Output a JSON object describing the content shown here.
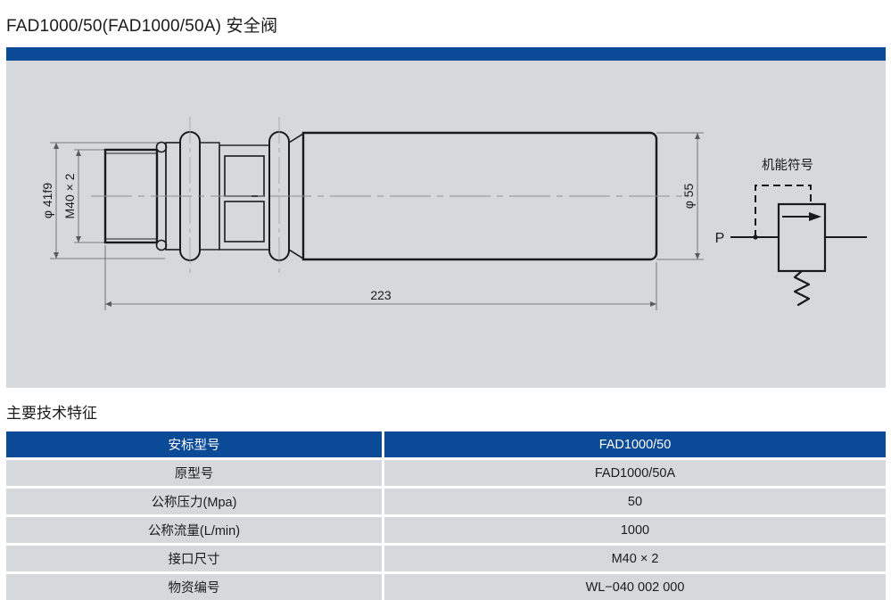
{
  "page": {
    "title": "FAD1000/50(FAD1000/50A) 安全阀",
    "section_heading": "主要技术特征"
  },
  "colors": {
    "accent_blue": "#0b4a96",
    "panel_gray": "#d5d9dc",
    "text_dark": "#1b1b1b",
    "line_black": "#1a1a1a"
  },
  "drawing": {
    "dimensions": {
      "outer_diameter_left": "φ 41f9",
      "thread": "M40 × 2",
      "body_diameter": "φ 55",
      "overall_length": "223"
    },
    "symbol": {
      "caption": "机能符号",
      "port_label": "P"
    }
  },
  "table": {
    "header": {
      "label": "安标型号",
      "value": "FAD1000/50"
    },
    "rows": [
      {
        "label": "原型号",
        "value": "FAD1000/50A"
      },
      {
        "label": "公称压力(Mpa)",
        "value": "50"
      },
      {
        "label": "公称流量(L/min)",
        "value": "1000"
      },
      {
        "label": "接口尺寸",
        "value": "M40 × 2"
      },
      {
        "label": "物资编号",
        "value": "WL−040 002 000"
      }
    ]
  }
}
